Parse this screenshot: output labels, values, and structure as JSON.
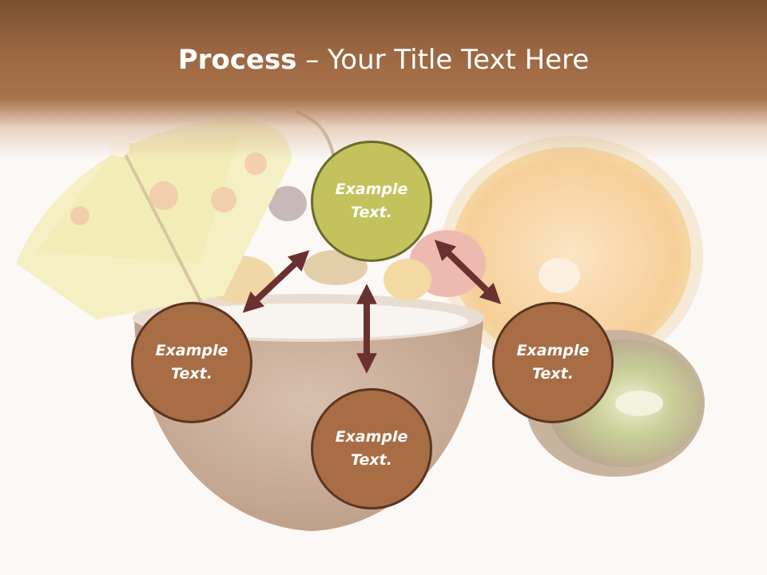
{
  "title": {
    "bold": "Process",
    "rest": " – Your Title Text Here"
  },
  "nodes": {
    "top": "Example Text.",
    "left": "Example Text.",
    "right": "Example Text.",
    "bottom": "Example Text."
  },
  "colors": {
    "header": "#a9734b",
    "node_brown": "#a86d45",
    "node_green": "#c4c25d",
    "arrow": "#6b3030"
  }
}
